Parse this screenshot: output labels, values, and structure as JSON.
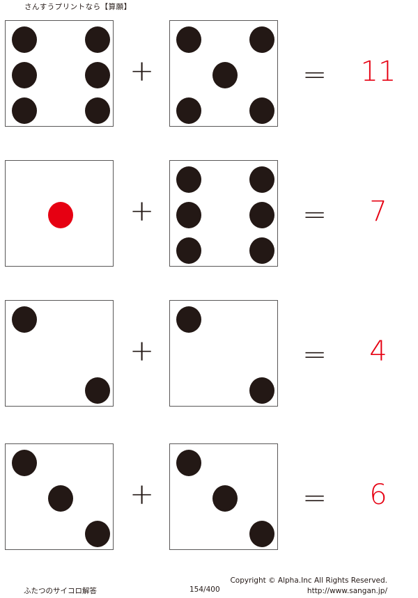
{
  "header": {
    "title": "さんすうプリントなら【算願】"
  },
  "colors": {
    "pip": "#231815",
    "highlight_pip": "#e60012",
    "answer": "#e60012",
    "border": "#595757"
  },
  "problems": [
    {
      "die_a": 6,
      "die_b": 5,
      "operator": "+",
      "equals": "=",
      "answer": "11"
    },
    {
      "die_a": 1,
      "die_b": 6,
      "operator": "+",
      "equals": "=",
      "answer": "7"
    },
    {
      "die_a": 2,
      "die_b": 2,
      "operator": "+",
      "equals": "=",
      "answer": "4"
    },
    {
      "die_a": 3,
      "die_b": 3,
      "operator": "+",
      "equals": "=",
      "answer": "6"
    }
  ],
  "footer": {
    "worksheet_name": "ふたつのサイコロ解答",
    "page": "154/400",
    "copyright": "Copyright ©  Alpha.Inc All Rights Reserved.",
    "url": "http://www.sangan.jp/"
  }
}
